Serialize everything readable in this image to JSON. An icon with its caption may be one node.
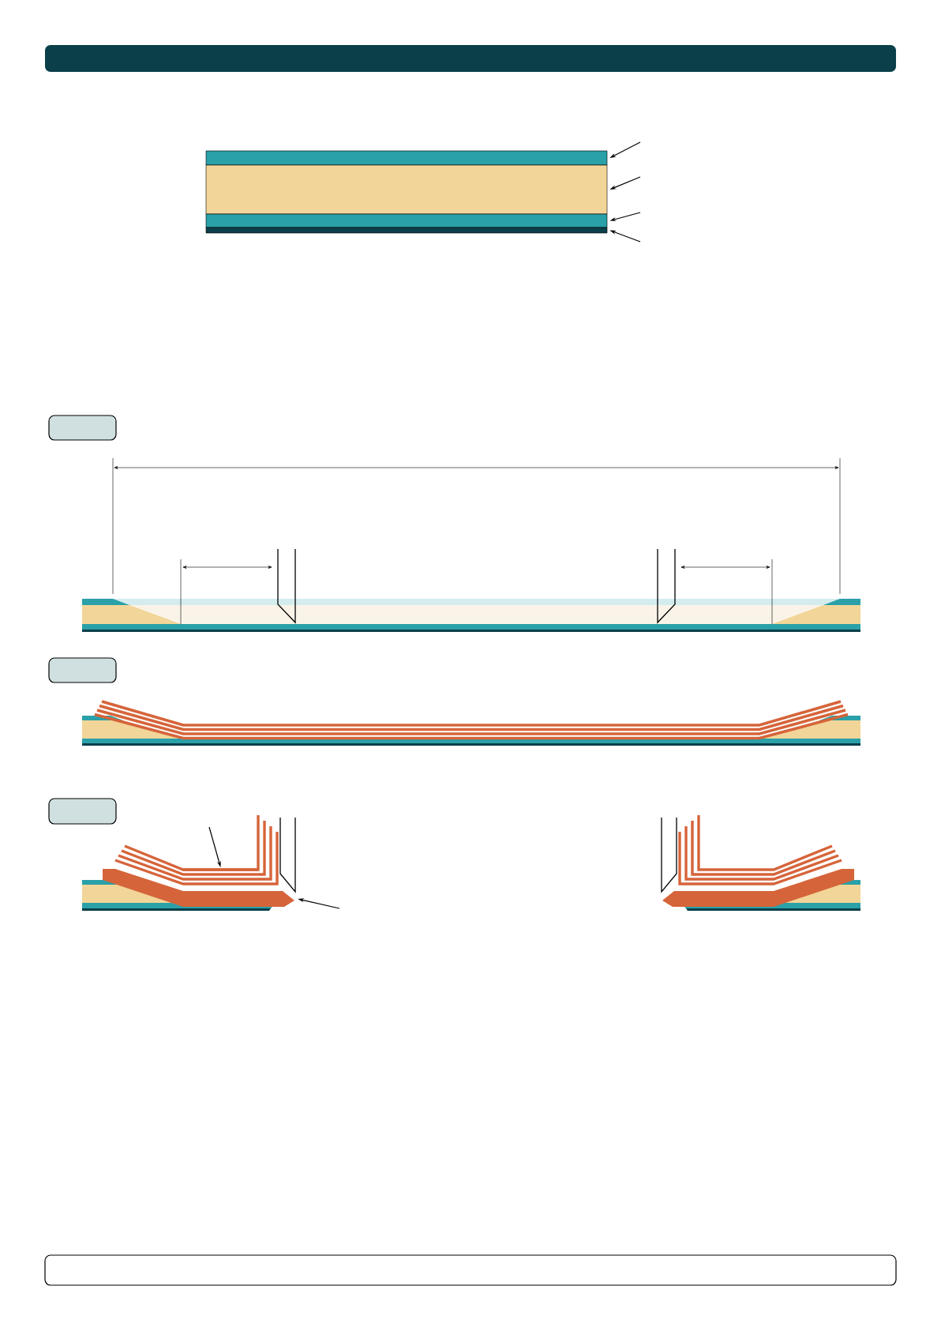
{
  "diagram": {
    "nodes": [
      {
        "text": [],
        "shape": "box"
      },
      {
        "text": [],
        "shape": "bar"
      },
      {
        "text": [],
        "shape": "bar"
      },
      {
        "text": [],
        "shape": "bar"
      },
      {
        "text": [],
        "shape": "bar"
      },
      {
        "text": [],
        "shape": "box"
      },
      {
        "text": [],
        "shape": "box"
      },
      {
        "text": [],
        "shape": "box"
      },
      {
        "text": [],
        "shape": "bar"
      },
      {
        "text": [],
        "shape": "bar"
      },
      {
        "text": [],
        "shape": "box"
      }
    ],
    "edges": [
      {
        "from": null,
        "to": 1,
        "arrow": "to"
      },
      {
        "from": null,
        "to": 2,
        "arrow": "to"
      },
      {
        "from": null,
        "to": 3,
        "arrow": "to"
      },
      {
        "from": null,
        "to": 4,
        "arrow": "to"
      },
      {
        "from": null,
        "to": 8,
        "arrow": "to"
      },
      {
        "from": null,
        "to": 9,
        "arrow": "to"
      }
    ]
  }
}
